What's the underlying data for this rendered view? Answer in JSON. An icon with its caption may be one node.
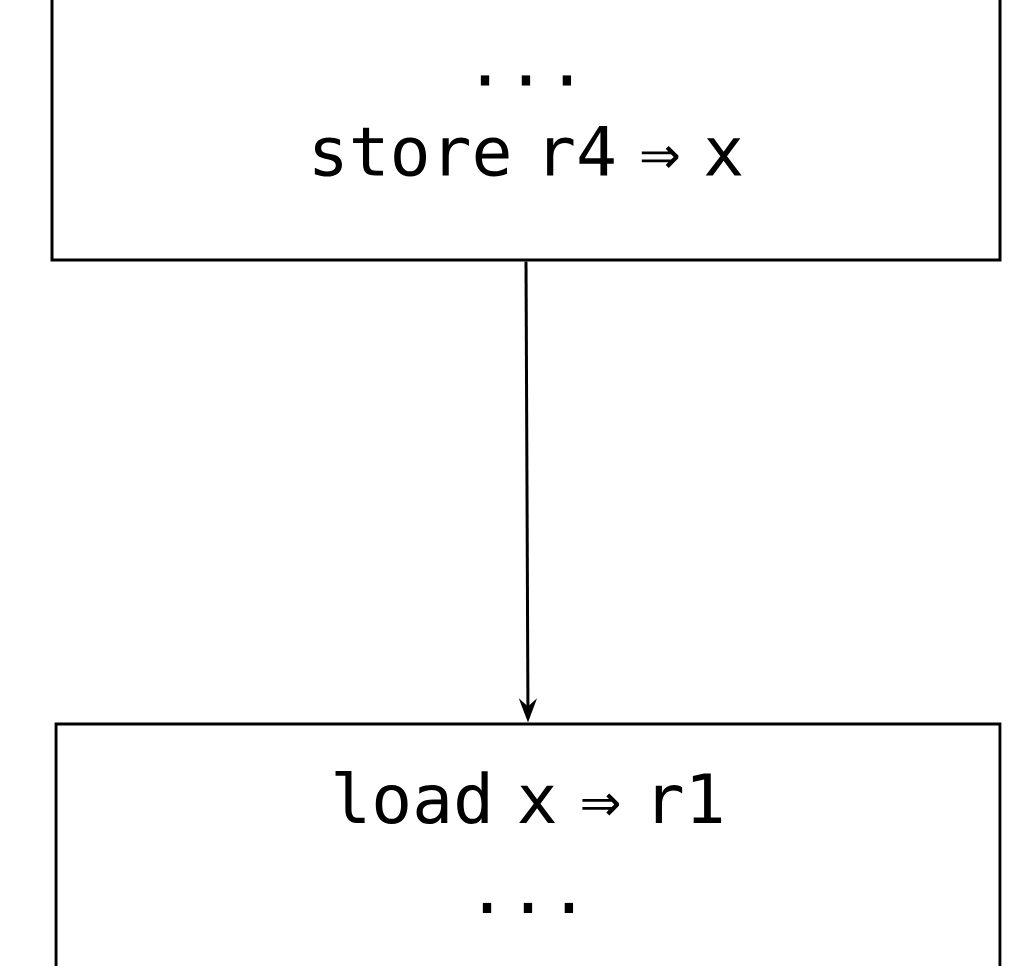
{
  "diagram": {
    "nodes": [
      {
        "text": [
          "...",
          "store r4 ⇒ x"
        ]
      },
      {
        "text": [
          "load x ⇒ r1",
          "..."
        ]
      }
    ],
    "edges": [
      {
        "from": 0,
        "to": 1,
        "arrow": "to"
      }
    ]
  }
}
